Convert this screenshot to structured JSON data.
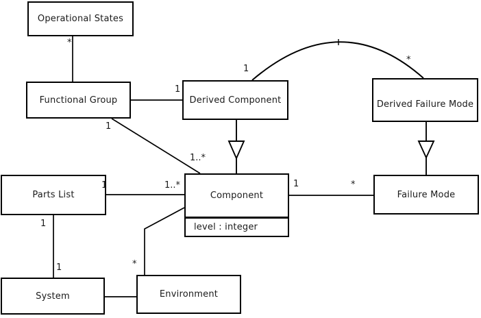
{
  "diagram": {
    "type": "uml-class-diagram",
    "colors": {
      "background": "#ffffff",
      "line": "#000000",
      "text": "#1a1a1a"
    },
    "classes": [
      {
        "name": "Operational States"
      },
      {
        "name": "Functional Group"
      },
      {
        "name": "Derived Component"
      },
      {
        "name": "Derived Failure Mode"
      },
      {
        "name": "Parts List"
      },
      {
        "name": "Component",
        "attributes": [
          "level : integer"
        ]
      },
      {
        "name": "Failure Mode"
      },
      {
        "name": "System"
      },
      {
        "name": "Environment"
      }
    ],
    "relationships": [
      {
        "from": "Operational States",
        "to": "Functional Group",
        "type": "association",
        "from_label": "*"
      },
      {
        "from": "Functional Group",
        "to": "Derived Component",
        "type": "association",
        "to_label": "1"
      },
      {
        "from": "Functional Group",
        "to": "Component",
        "type": "association",
        "from_label": "1",
        "to_label": "1..*"
      },
      {
        "from": "Parts List",
        "to": "Component",
        "type": "association",
        "from_label": "1",
        "to_label": "1..*"
      },
      {
        "from": "Component",
        "to": "Failure Mode",
        "type": "association",
        "from_label": "1",
        "to_label": "*"
      },
      {
        "from": "Parts List",
        "to": "System",
        "type": "association",
        "from_label": "1",
        "to_label": "1"
      },
      {
        "from": "Environment",
        "to": "Component",
        "type": "association",
        "from_label": "*"
      },
      {
        "from": "Derived Component",
        "to": "Derived Failure Mode",
        "type": "association-arc",
        "from_label": "1",
        "to_label": "*"
      },
      {
        "from": "Derived Component",
        "to": "Component",
        "type": "generalization"
      },
      {
        "from": "Derived Failure Mode",
        "to": "Failure Mode",
        "type": "generalization"
      }
    ]
  }
}
